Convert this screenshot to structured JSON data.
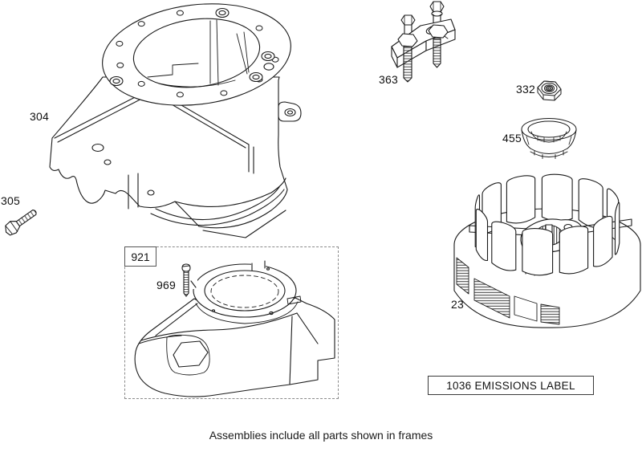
{
  "caption": "Assemblies include all parts shown in frames",
  "labels": {
    "blower_housing": "304",
    "mounting_bolt": "305",
    "flywheel_puller": "363",
    "flywheel_nut": "332",
    "starter_cup": "455",
    "flywheel": "23",
    "cover_assembly_frame": "921",
    "cover_screw": "969",
    "emissions_label": "1036 EMISSIONS LABEL"
  },
  "colors": {
    "line": "#1a1a1a",
    "frame_border": "#8a8a8a",
    "background": "#ffffff"
  }
}
